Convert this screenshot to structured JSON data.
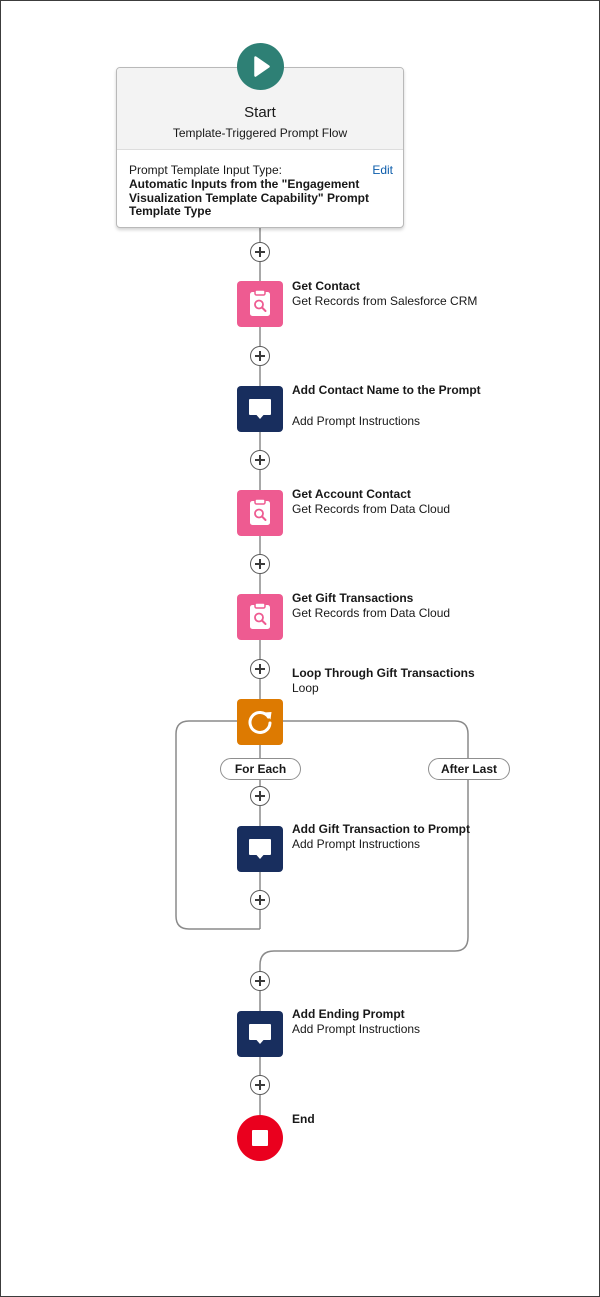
{
  "start": {
    "title": "Start",
    "subtitle": "Template-Triggered Prompt Flow",
    "input_type_label": "Prompt Template Input Type:",
    "edit_label": "Edit",
    "input_type_value": "Automatic Inputs from the \"Engagement Visualization Template Capability\" Prompt Template Type",
    "icon": "play-icon",
    "color": "#2e8075"
  },
  "nodes": [
    {
      "title": "Get Contact",
      "subtitle": "Get Records from Salesforce CRM",
      "icon": "record-lookup-icon",
      "color": "#ee5b91"
    },
    {
      "title": "Add Contact Name to the Prompt",
      "subtitle": "Add Prompt Instructions",
      "icon": "prompt-instructions-icon",
      "color": "#182e5e"
    },
    {
      "title": "Get Account Contact",
      "subtitle": "Get Records from Data Cloud",
      "icon": "record-lookup-icon",
      "color": "#ee5b91"
    },
    {
      "title": "Get Gift Transactions",
      "subtitle": "Get Records from Data Cloud",
      "icon": "record-lookup-icon",
      "color": "#ee5b91"
    },
    {
      "title": "Loop Through Gift Transactions",
      "subtitle": "Loop",
      "icon": "loop-icon",
      "color": "#dd7a01"
    },
    {
      "title": "Add Gift Transaction to Prompt",
      "subtitle": "Add Prompt Instructions",
      "icon": "prompt-instructions-icon",
      "color": "#182e5e"
    },
    {
      "title": "Add Ending Prompt",
      "subtitle": "Add Prompt Instructions",
      "icon": "prompt-instructions-icon",
      "color": "#182e5e"
    }
  ],
  "loop": {
    "for_each_label": "For Each",
    "after_last_label": "After Last"
  },
  "end": {
    "title": "End",
    "icon": "stop-icon",
    "color": "#ea001e"
  }
}
